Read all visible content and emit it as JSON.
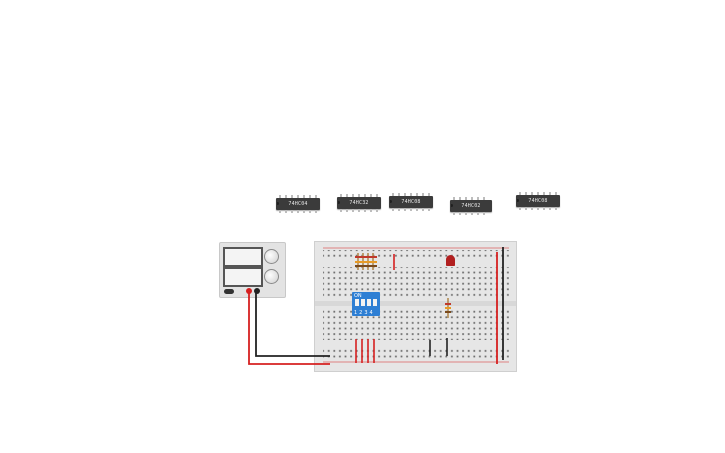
{
  "chips": [
    {
      "label": "74HC04"
    },
    {
      "label": "74HC32"
    },
    {
      "label": "74HC08"
    },
    {
      "label": "74HC02"
    },
    {
      "label": "74HC08"
    }
  ],
  "dip_switch": {
    "on_label": "ON",
    "numbers": "1234"
  },
  "colors": {
    "chip_body": "#3b3b3b",
    "wire_red": "#d62020",
    "wire_black": "#222222",
    "dip_blue": "#2e7fd4",
    "led_red": "#b11f1f",
    "breadboard": "#e6e6e6"
  }
}
